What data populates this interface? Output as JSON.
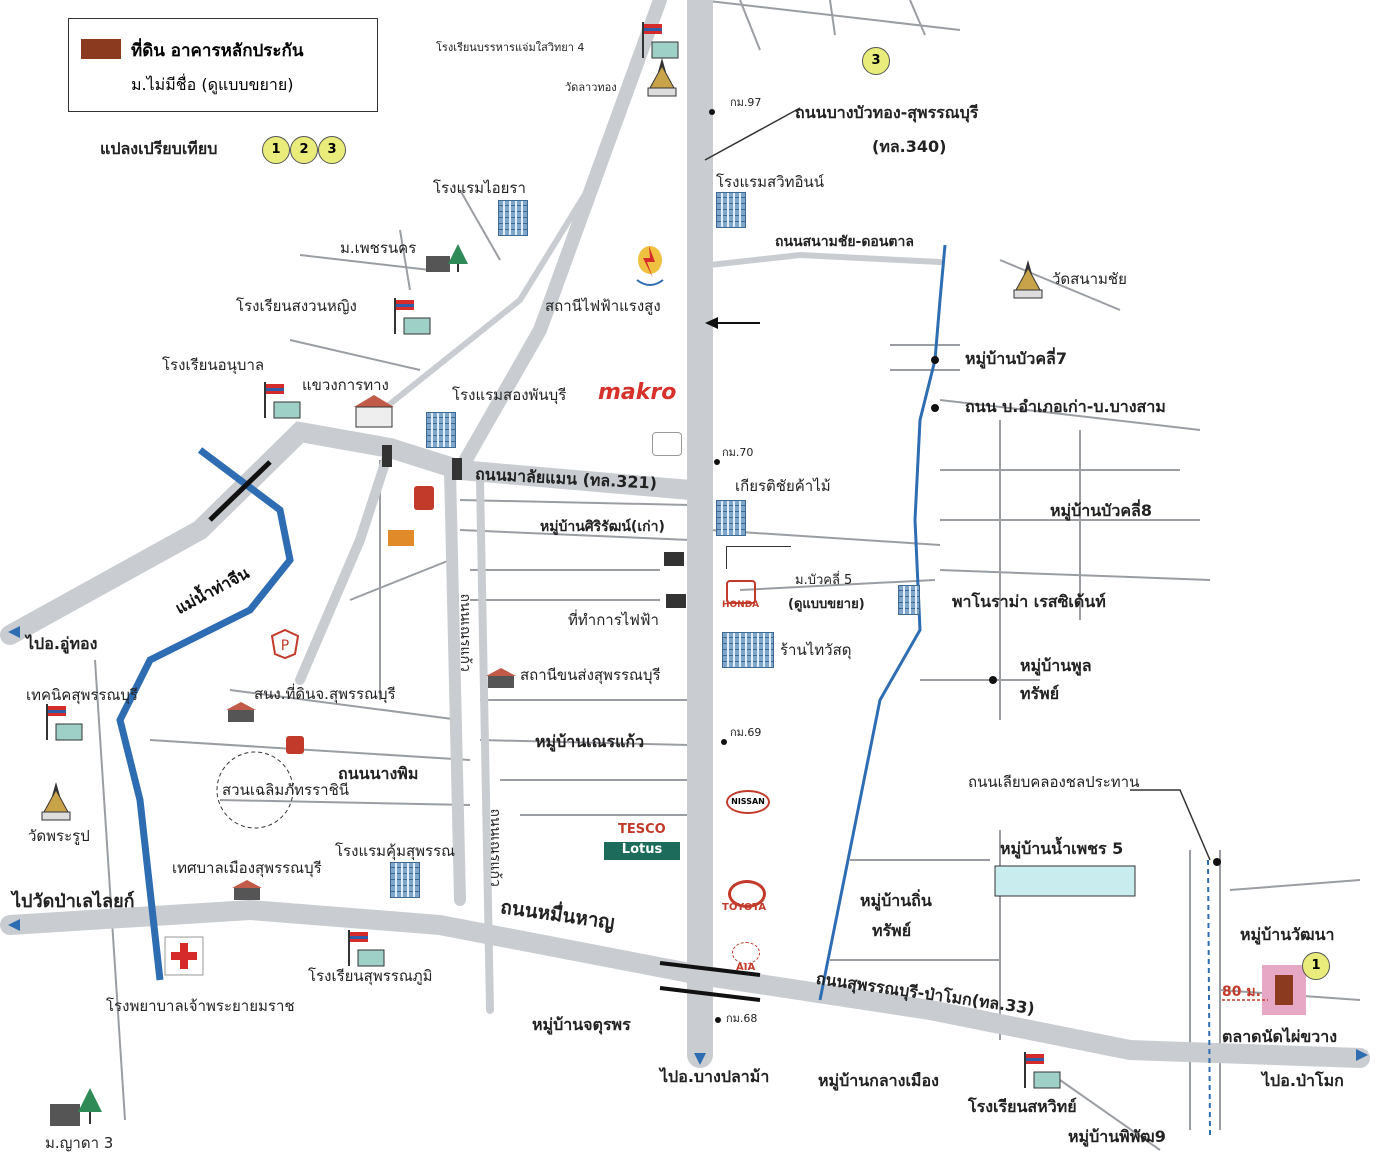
{
  "legend": {
    "collateral_label": "ที่ดิน อาคารหลักประกัน",
    "village_label": "ม.ไม่มีชื่อ (ดูแบบขยาย)",
    "compare_label": "แปลงเปรียบเทียบ",
    "compare_numbers": [
      "1",
      "2",
      "3"
    ]
  },
  "roads": {
    "bangbuathong": "ถนนบางบัวทอง-สุพรรณบุรี",
    "bangbuathong_code": "(ทล.340)",
    "sanamchai": "ถนนสนามชัย-ดอนตาล",
    "malaiman": "ถนนมาลัยแมน (ทล.321)",
    "nangphim": "ถนนนางพิม",
    "muennhan": "ถนนหมื่นหาญ",
    "suphan_pamok": "ถนนสุพรรณบุรี-ป่าโมก(ทล.33)",
    "canal_road": "ถนนเลียบคลองชลประทาน",
    "old_district": "ถนน บ.อำเภอเก่า-บ.บางสาม",
    "vertical_left": "ถนนเณรแก้ว",
    "vertical_right": "ถนนเณรแก้ว"
  },
  "km": {
    "k97": "กม.97",
    "k70": "กม.70",
    "k69": "กม.69",
    "k68": "กม.68"
  },
  "places": {
    "school_banharn": "โรงเรียนบรรหารแจ่มใสวิทยา 4",
    "wat_lao": "วัดลาวทอง",
    "hotel_oyra": "โรงแรมไอยรา",
    "hotel_sawit": "โรงแรมสวิทอินน์",
    "m_phet": "ม.เพชรนคร",
    "power_station": "สถานีไฟฟ้าแรงสูง",
    "wat_sanamchai": "วัดสนามชัย",
    "school_songwan": "โรงเรียนสงวนหญิง",
    "school_anuban": "โรงเรียนอนุบาล",
    "highway_office": "แขวงการทาง",
    "hotel_songphan": "โรงแรมสองพันบุรี",
    "makro": "makro",
    "buakhli7": "หมู่บ้านบัวคลี่7",
    "kiat": "เกียรติชัยค้าไม้",
    "siriratana": "หมู่บ้านศิริรัฒน์(เก่า)",
    "buakhli8": "หมู่บ้านบัวคลี่8",
    "m_buakhli5": "ม.บัวคลี่ 5",
    "m_buakhli5_sub": "(ดูแบบขยาย)",
    "panorama": "พาโนราม่า เรสซิเด้นท์",
    "electricity": "ที่ทำการไฟฟ้า",
    "thaivat": "ร้านไทวัสดุ",
    "u_thong": "ไปอ.อู่ทอง",
    "river": "แม่น้ำท่าจีน",
    "phunsap": "หมู่บ้านพูล",
    "phunsap2": "ทรัพย์",
    "bus_station": "สถานีขนส่งสุพรรณบุรี",
    "technic": "เทคนิคสุพรรณบุรี",
    "land_office": "สนง.ที่ดินจ.สุพรรณบุรี",
    "nenkaew": "หมู่บ้านเณรแก้ว",
    "park": "สวนเฉลิมภัทรราชินี",
    "wat_phrarup": "วัดพระรูป",
    "hotel_khum": "โรงแรมคุ้มสุพรรณ",
    "municipality": "เทศบาลเมืองสุพรรณบุรี",
    "wat_palelai": "ไปวัดป่าเลไลยก์",
    "school_suphanphum": "โรงเรียนสุพรรณภูมิ",
    "hospital": "โรงพยาบาลเจ้าพระยายมราช",
    "chaturaphon": "หมู่บ้านจตุรพร",
    "to_bangplama": "ไปอ.บางปลาม้า",
    "klangmuang": "หมู่บ้านกลางเมือง",
    "school_sahawit": "โรงเรียนสหวิทย์",
    "phiphat9": "หมู่บ้านพิพัฒ9",
    "yada3": "ม.ญาดา 3",
    "namphet5": "หมู่บ้านน้ำเพชร 5",
    "thinsap": "หมู่บ้านถิ่น",
    "thinsap2": "ทรัพย์",
    "wattana": "หมู่บ้านวัฒนา",
    "market": "ตลาดนัดไผ่ขวาง",
    "to_pamok": "ไปอ.ป่าโมก",
    "dist": "80 ม."
  },
  "brands": {
    "tesco": "TESCO",
    "lotus": "Lotus",
    "nissan": "NISSAN",
    "toyota": "TOYOTA",
    "honda": "HONDA",
    "aia": "AIA"
  },
  "colors": {
    "road": "#c9cdd1",
    "river": "#2f6db3",
    "parcel": "#8b3a1f",
    "highlight": "#e6a8c4",
    "circle": "#e9ec7a",
    "makro": "#d6312b"
  }
}
